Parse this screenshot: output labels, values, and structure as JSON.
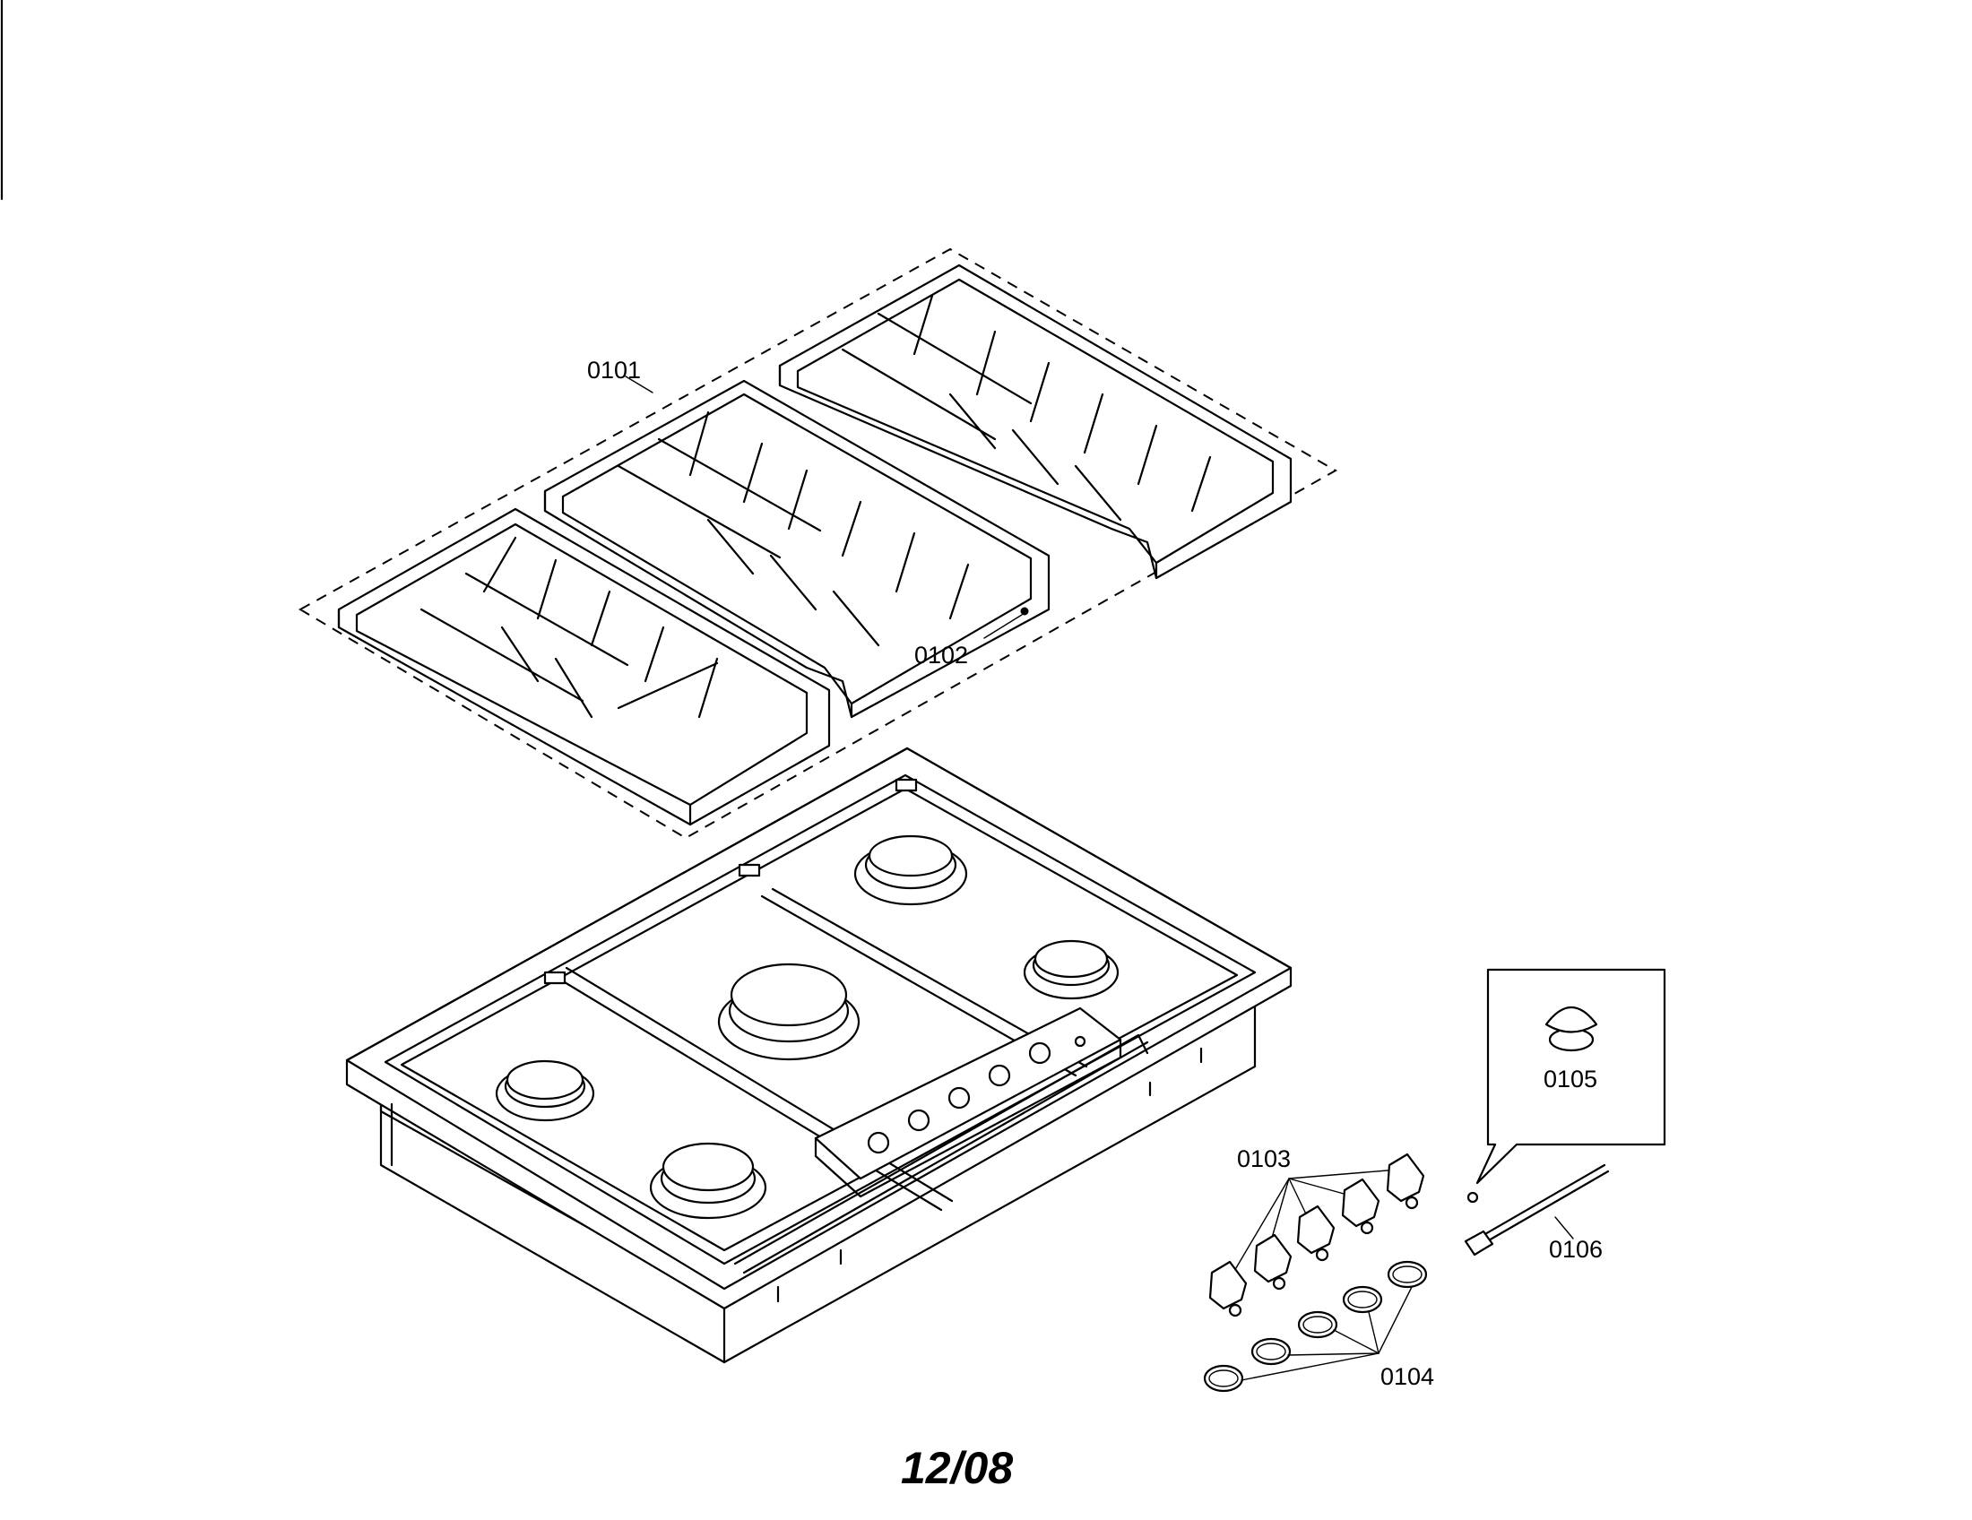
{
  "labels": {
    "grates": "0101",
    "grate_foot": "0102",
    "knobs": "0103",
    "knob_rings": "0104",
    "burner_cap": "0105",
    "igniter": "0106"
  },
  "footer": {
    "date": "12/08"
  }
}
